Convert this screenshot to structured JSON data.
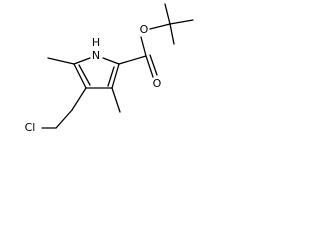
{
  "molecule": {
    "atoms": {
      "nh": "H",
      "n": "N",
      "o_ester": "O",
      "o_carbonyl": "O",
      "cl": "Cl"
    }
  }
}
